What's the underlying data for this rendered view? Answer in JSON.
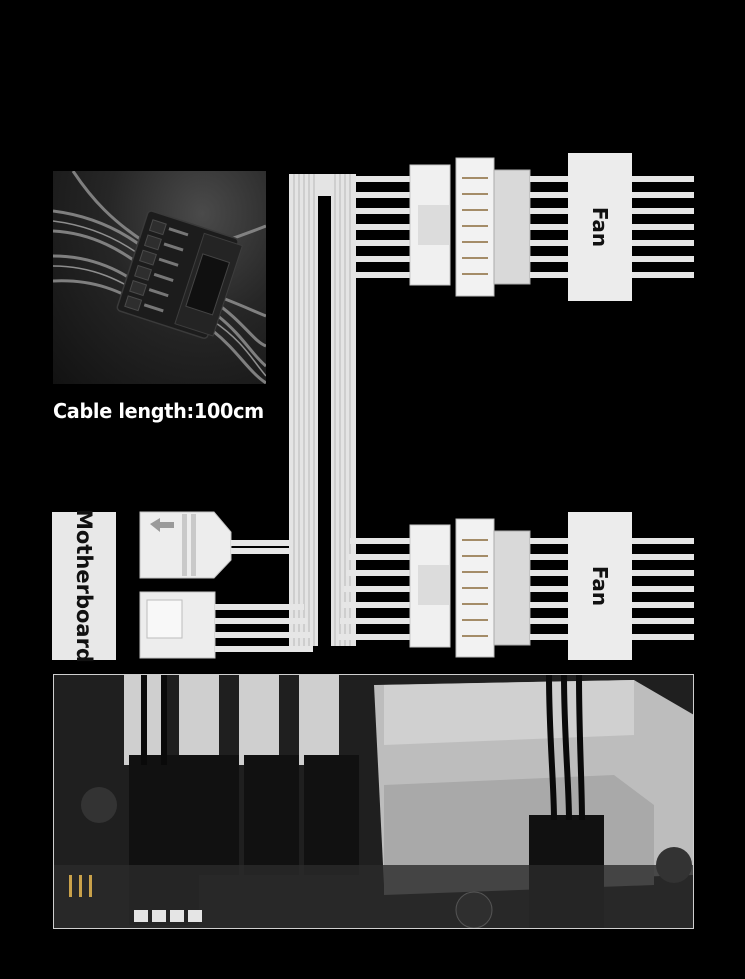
{
  "caption": {
    "cable_length": "Cable length:100cm"
  },
  "labels": {
    "motherboard": "Motherboard",
    "fan_top": "Fan",
    "fan_bottom": "Fan"
  },
  "colors": {
    "background": "#000000",
    "cable": "#e6e6e6",
    "connector": "#f0f0f0",
    "connector_dark": "#1b1b1b"
  }
}
